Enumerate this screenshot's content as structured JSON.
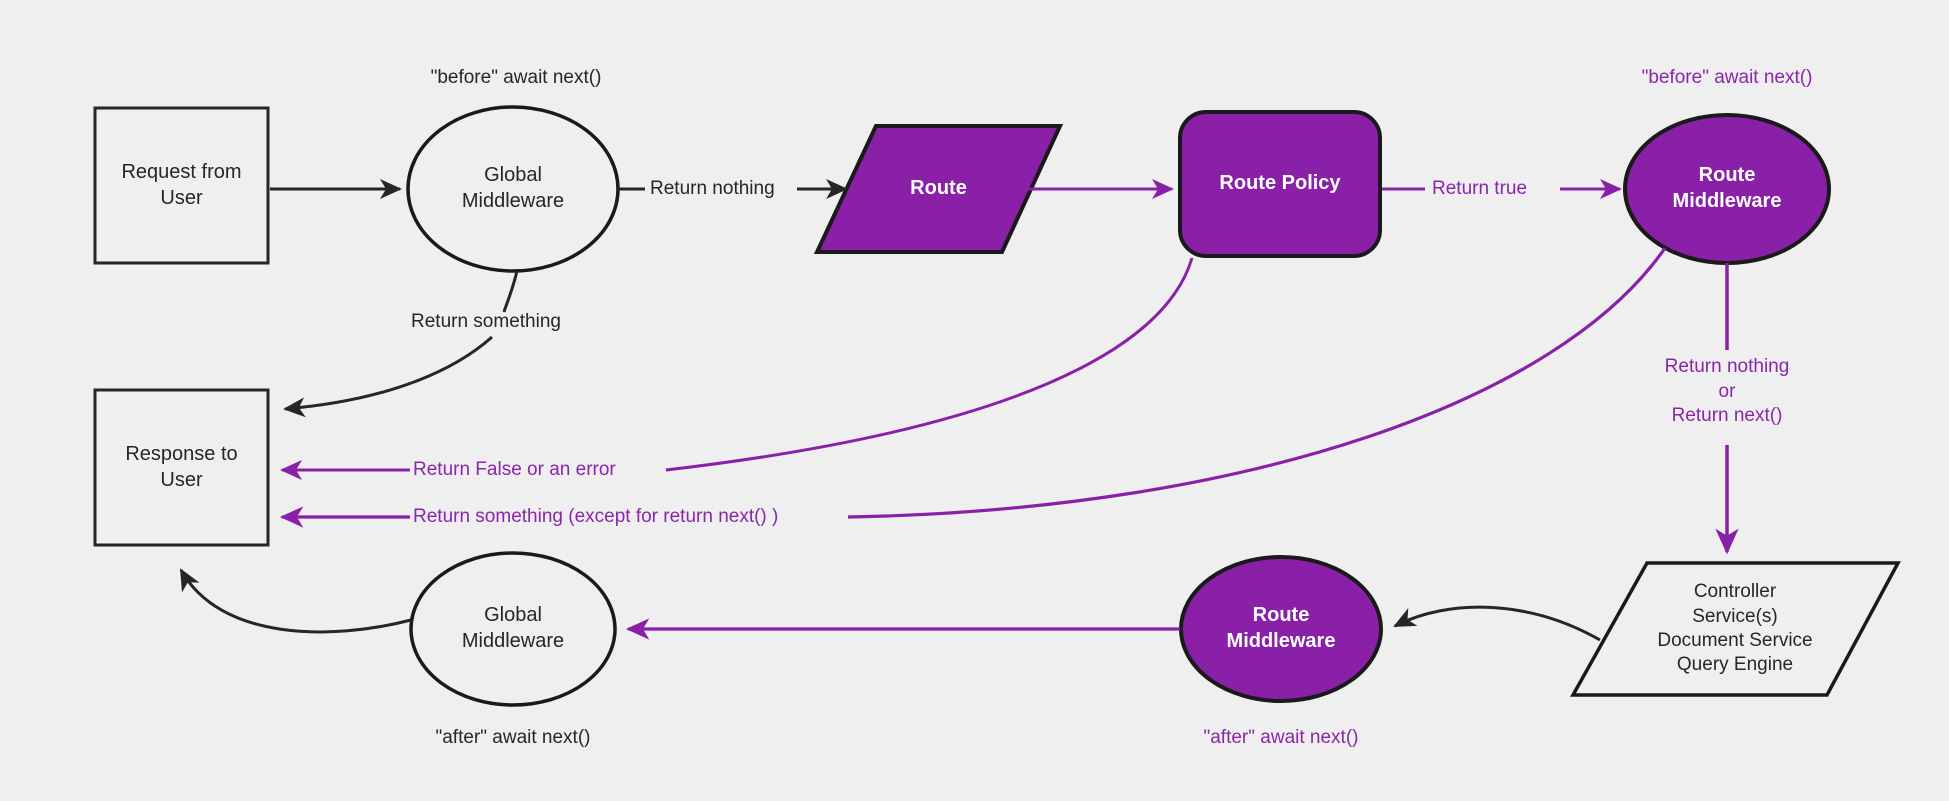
{
  "diagram": {
    "title": "Request lifecycle middleware flow",
    "background_color": "#efefef",
    "accent_purple": "#8a1fa8",
    "edge_purple": "#8a26ab",
    "dark": "#262626"
  },
  "nodes": {
    "request_from_user": {
      "line1": "Request from",
      "line2": "User",
      "shape": "rectangle",
      "fill": "none"
    },
    "global_middleware_top": {
      "line1": "Global",
      "line2": "Middleware",
      "shape": "ellipse",
      "fill": "none"
    },
    "route": {
      "line1": "Route",
      "shape": "parallelogram",
      "fill": "#8a1fa8"
    },
    "route_policy": {
      "line1": "Route Policy",
      "shape": "rounded-rect",
      "fill": "#8a1fa8"
    },
    "route_middleware_top": {
      "line1": "Route",
      "line2": "Middleware",
      "shape": "ellipse",
      "fill": "#8a1fa8"
    },
    "controller_stack": {
      "line1": "Controller",
      "line2": "Service(s)",
      "line3": "Document Service",
      "line4": "Query Engine",
      "shape": "parallelogram",
      "fill": "none"
    },
    "route_middleware_bottom": {
      "line1": "Route",
      "line2": "Middleware",
      "shape": "ellipse",
      "fill": "#8a1fa8"
    },
    "global_middleware_bottom": {
      "line1": "Global",
      "line2": "Middleware",
      "shape": "ellipse",
      "fill": "none"
    },
    "response_to_user": {
      "line1": "Response to",
      "line2": "User",
      "shape": "rectangle",
      "fill": "none"
    }
  },
  "annotations": {
    "before_await_next_global": "\"before\" await next()",
    "before_await_next_route": "\"before\" await next()",
    "after_await_next_global": "\"after\" await next()",
    "after_await_next_route": "\"after\" await next()"
  },
  "edges": {
    "return_nothing": "Return nothing",
    "return_something": "Return something",
    "return_true": "Return true",
    "return_nothing_or_next_l1": "Return nothing",
    "return_nothing_or_next_l2": "or",
    "return_nothing_or_next_l3": "Return next()",
    "return_false_or_error": "Return False or an error",
    "return_something_except": "Return something (except for return next() )"
  }
}
